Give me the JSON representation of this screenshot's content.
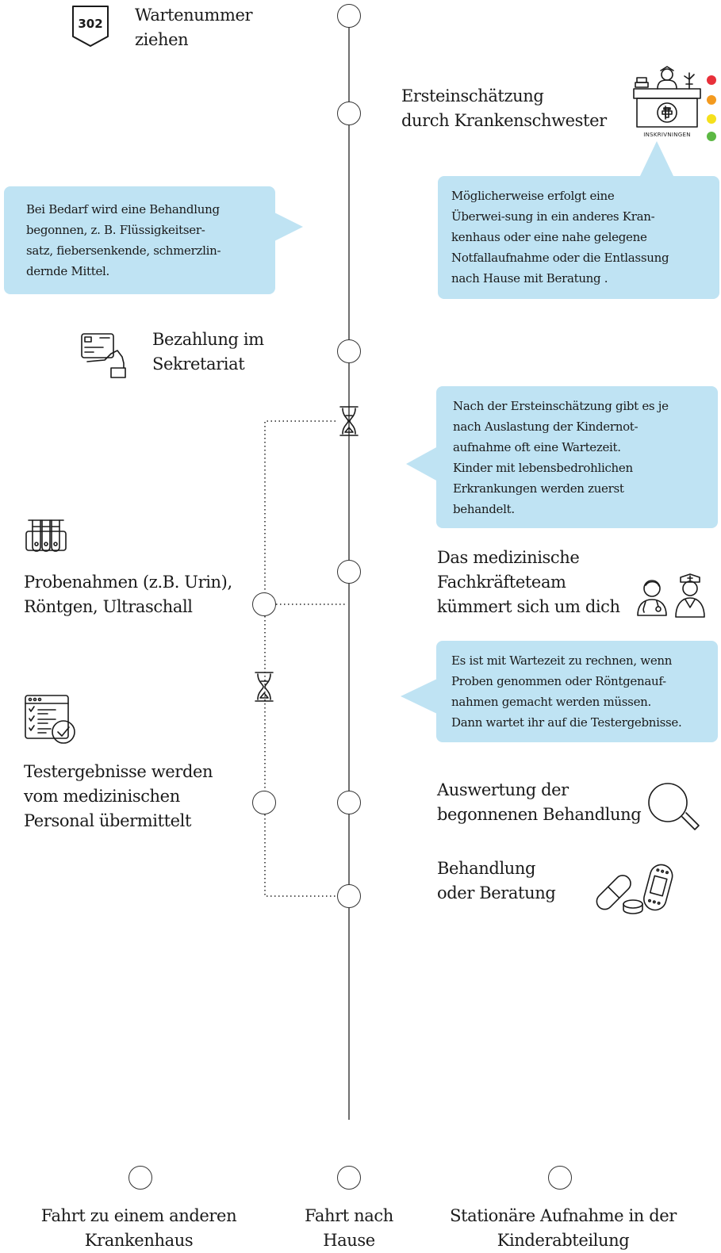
{
  "ticket": {
    "number": "302"
  },
  "steps": {
    "wartenummer": [
      "Wartenummer",
      "ziehen"
    ],
    "ersteinschaetzung": [
      "Ersteinschätzung",
      "durch Krankenschwester"
    ],
    "bezahlung": [
      "Bezahlung im",
      "Sekretariat"
    ],
    "fachkraefteteam": [
      "Das medizinische",
      "Fachkräfteteam",
      "kümmert sich um dich"
    ],
    "probenahmen": [
      "Probenahmen (z.B. Urin),",
      "Röntgen, Ultraschall"
    ],
    "testergebnisse": [
      "Testergebnisse werden",
      "vom medizinischen",
      "Personal übermittelt"
    ],
    "auswertung": [
      "Auswertung der",
      "begonnenen Behandlung"
    ],
    "behandlung": [
      "Behandlung",
      "oder Beratung"
    ]
  },
  "desk_sign": "INSKRIVNINGEN",
  "triage_colors": [
    "#e8303a",
    "#f39a1f",
    "#f5e01c",
    "#5cb843"
  ],
  "bubbles": {
    "behandlung_bedarf": [
      "Bei Bedarf wird eine Behandlung",
      "begonnen, z. B. Flüssigkeitser-",
      "satz, fiebersenkende, schmerzlin-",
      "dernde Mittel."
    ],
    "ueberweisung": [
      "Möglicherweise erfolgt eine",
      "Überwei-sung in ein anderes Kran-",
      "kenhaus oder eine nahe gelegene",
      "Notfallaufnahme oder die Entlassung",
      "nach Hause mit Beratung ."
    ],
    "wartezeit": [
      "Nach der Ersteinschätzung gibt es je",
      "nach Auslastung der Kindernot-",
      "aufnahme oft eine Wartezeit.",
      "Kinder mit lebensbedrohlichen",
      "Erkrankungen werden zuerst",
      "behandelt."
    ],
    "testwartezeit": [
      "Es ist mit Wartezeit zu rechnen, wenn",
      "Proben genommen oder Röntgenauf-",
      "nahmen gemacht werden müssen.",
      "Dann wartet ihr auf die Testergebnisse."
    ]
  },
  "outcomes": {
    "krankenhaus": [
      "Fahrt zu einem anderen",
      "Krankenhaus"
    ],
    "hause": [
      "Fahrt nach",
      "Hause"
    ],
    "stationaer": [
      "Stationäre Aufnahme in der",
      "Kinderabteilung"
    ]
  },
  "icons": [
    "ticket-icon",
    "reception-desk-icon",
    "nurse-icon",
    "triage-dots",
    "credit-card-icon",
    "hourglass-icon",
    "test-tubes-icon",
    "doctor-icon",
    "checklist-icon",
    "magnifier-icon",
    "pills-icon"
  ]
}
